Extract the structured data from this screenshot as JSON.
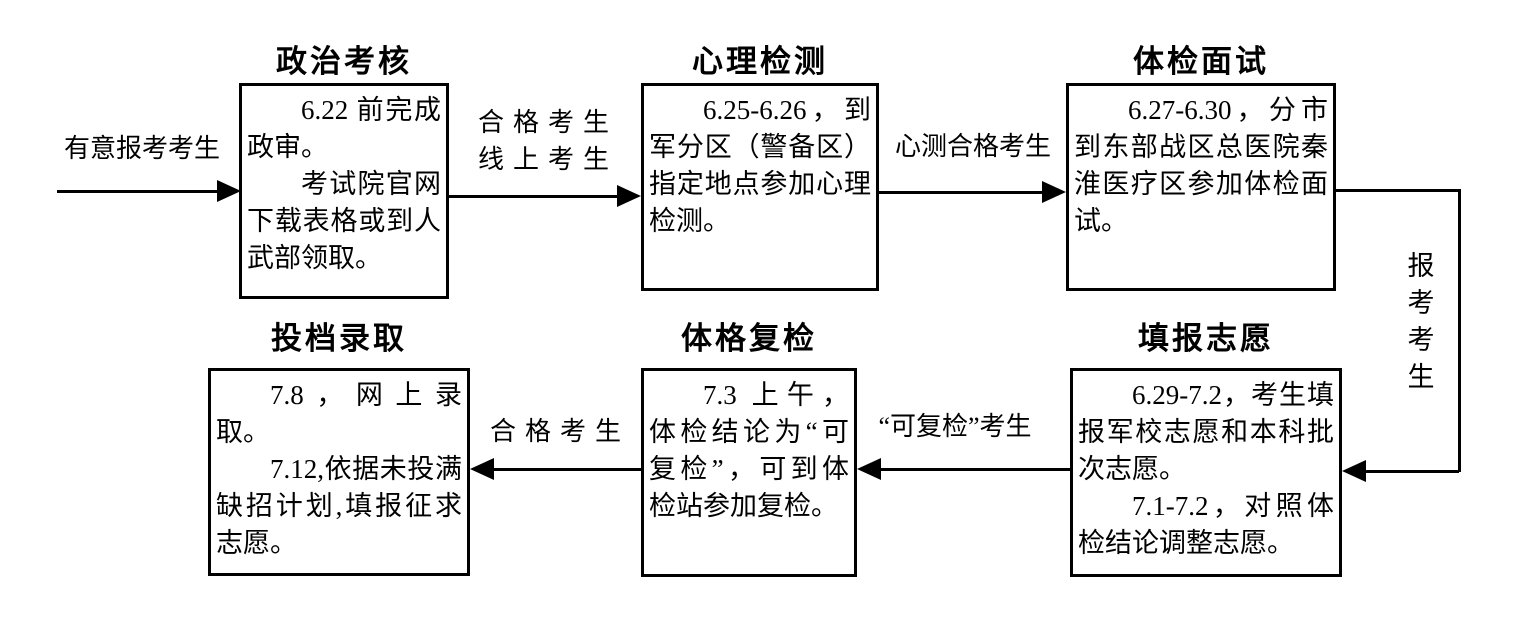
{
  "flowchart": {
    "background_color": "#ffffff",
    "line_color": "#000000",
    "steps": [
      {
        "title": "政治考核",
        "paragraphs": [
          "6.22 前完成政审。",
          "考试院官网下载表格或到人武部领取。"
        ]
      },
      {
        "title": "心理检测",
        "paragraphs": [
          "6.25-6.26，到军分区（警备区）指定地点参加心理检测。"
        ]
      },
      {
        "title": "体检面试",
        "paragraphs": [
          "6.27-6.30，分市到东部战区总医院秦淮医疗区参加体检面试。"
        ]
      },
      {
        "title": "投档录取",
        "paragraphs": [
          "7.8，网上录取。",
          "7.12,依据未投满缺招计划,填报征求志愿。"
        ]
      },
      {
        "title": "体格复检",
        "paragraphs": [
          "7.3 上午，体检结论为“可复检”，可到体检站参加复检。"
        ]
      },
      {
        "title": "填报志愿",
        "paragraphs": [
          "6.29-7.2，考生填报军校志愿和本科批次志愿。",
          "7.1-7.2，对照体检结论调整志愿。"
        ]
      }
    ],
    "edge_labels": {
      "start_to_political": "有意报考考生",
      "political_to_psych_line1": "合格考生",
      "political_to_psych_line2": "线上考生",
      "psych_to_physical": "心测合格考生",
      "physical_to_preference": "报考考生",
      "preference_to_recheck": "“可复检”考生",
      "recheck_to_admission": "合格考生"
    }
  }
}
